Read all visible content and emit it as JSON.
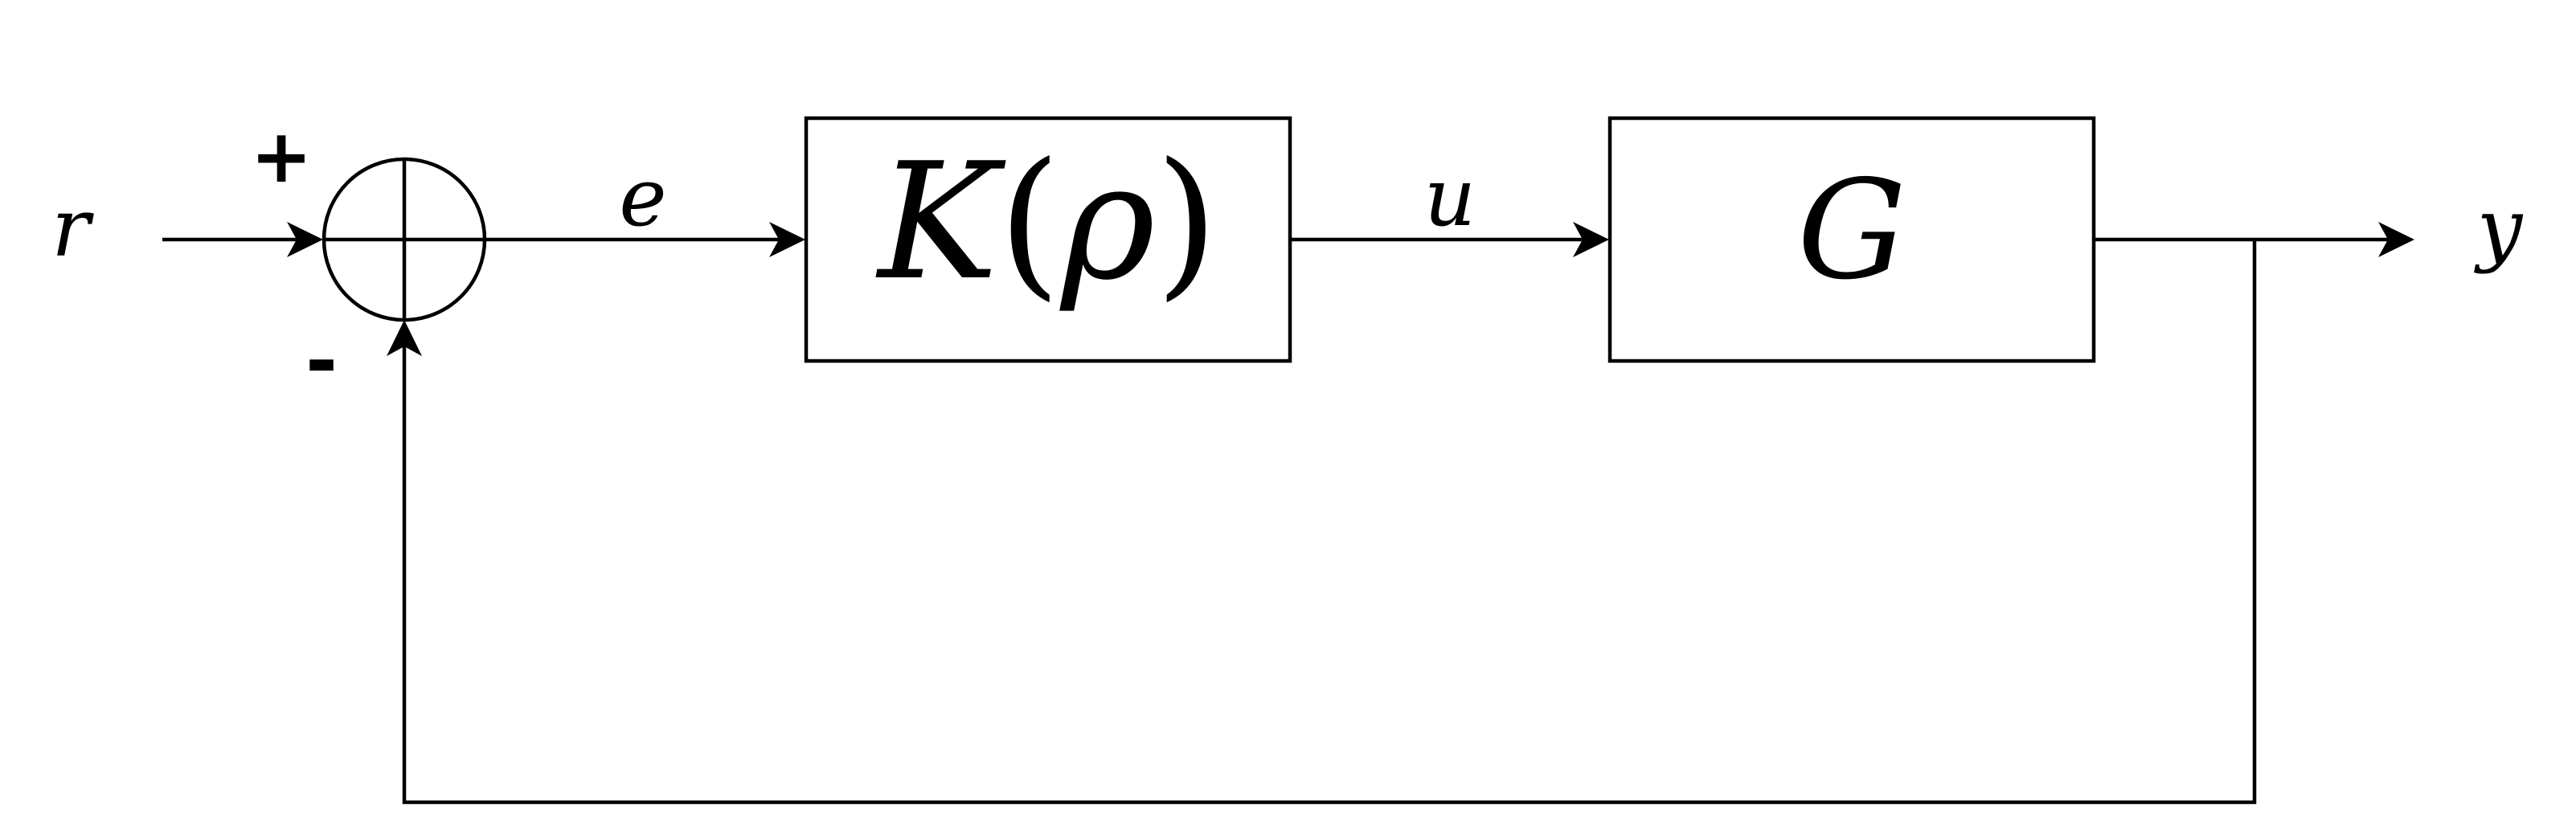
{
  "diagram": {
    "signals": {
      "reference": "r",
      "error": "e",
      "control": "u",
      "output": "y"
    },
    "summing_junction": {
      "plus_sign": "+",
      "minus_sign": "-"
    },
    "blocks": {
      "controller": {
        "symbol": "K",
        "open_paren": "(",
        "parameter": "ρ",
        "close_paren": ")"
      },
      "plant": {
        "symbol": "G"
      }
    }
  }
}
